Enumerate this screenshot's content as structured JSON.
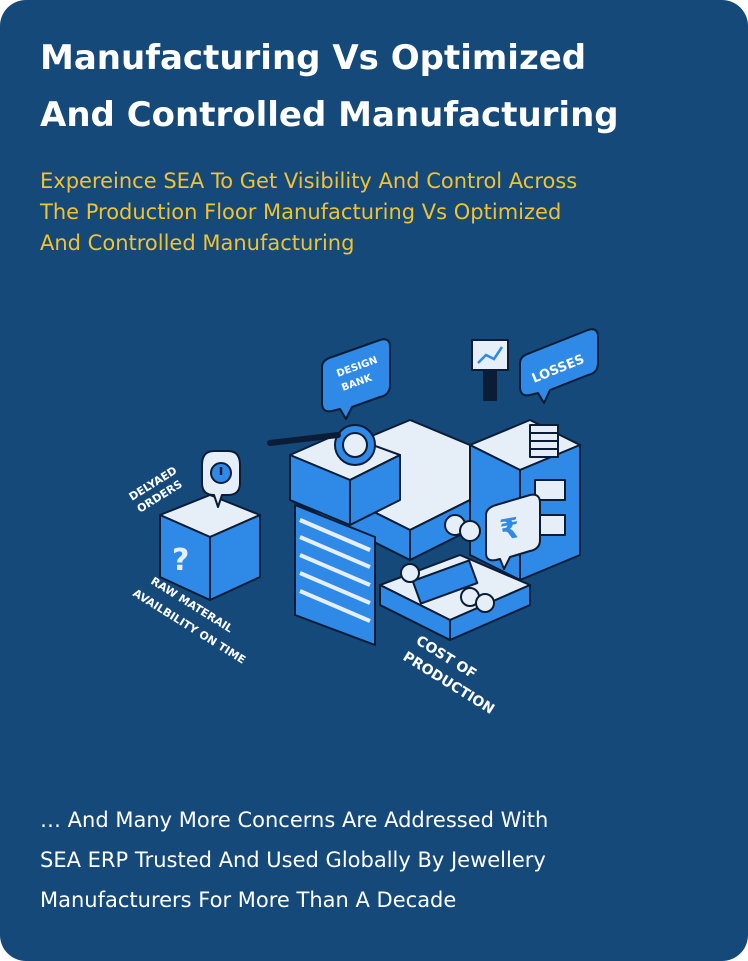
{
  "header": {
    "title_lines": [
      "Manufacturing Vs Optimized",
      "And Controlled Manufacturing"
    ],
    "subtitle_lines": [
      "Expereince SEA To Get Visibility And Control Across",
      "The Production Floor Manufacturing Vs Optimized",
      "And Controlled Manufacturing"
    ]
  },
  "illustration": {
    "labels": {
      "design_bank": [
        "DESIGN",
        "BANK"
      ],
      "losses": "LOSSES",
      "delayed_orders": [
        "DELYAED",
        "ORDERS"
      ],
      "raw_material": [
        "RAW MATERAIL",
        "AVAILBILITY ON TIME"
      ],
      "cost_of_production": [
        "COST OF",
        "PRODUCTION"
      ],
      "rupee_symbol": "₹",
      "question_mark": "?"
    },
    "colors": {
      "background": "#14497a",
      "blue": "#2e8ae6",
      "light": "#e6eef7",
      "outline": "#0b1d36",
      "accent": "#f2c230"
    }
  },
  "footer": {
    "lines": [
      "… And Many More Concerns Are Addressed With",
      "SEA ERP Trusted And Used Globally By Jewellery",
      "Manufacturers For More Than A Decade"
    ]
  }
}
